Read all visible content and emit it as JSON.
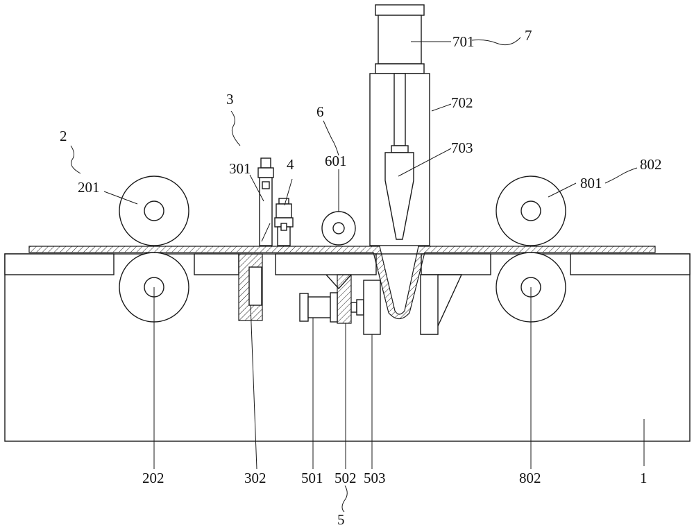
{
  "labels": {
    "l1": "1",
    "l2": "2",
    "l201": "201",
    "l202": "202",
    "l3": "3",
    "l301": "301",
    "l302": "302",
    "l4": "4",
    "l5": "5",
    "l501": "501",
    "l502": "502",
    "l503": "503",
    "l6": "6",
    "l601": "601",
    "l7": "7",
    "l701": "701",
    "l702": "702",
    "l703": "703",
    "l801": "801",
    "l802a": "802",
    "l802b": "802"
  }
}
